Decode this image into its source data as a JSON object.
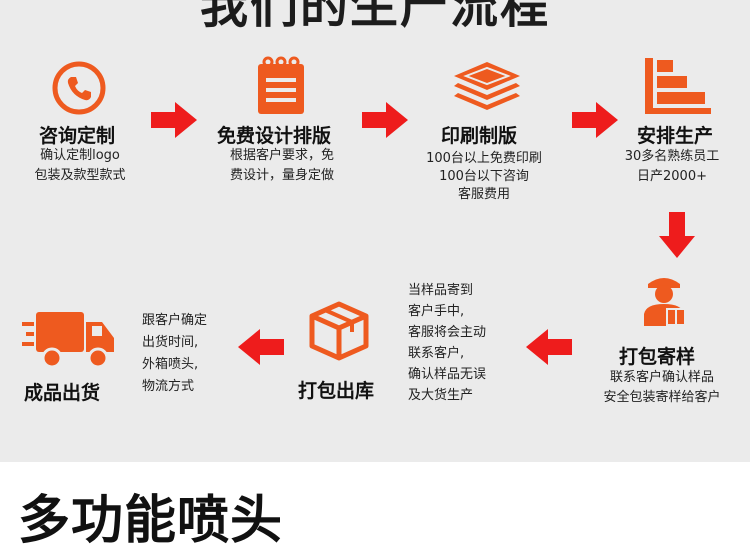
{
  "header": {
    "cut_title": "我们的生产流程"
  },
  "steps": [
    {
      "title": "咨询定制",
      "lines": [
        "确认定制logo",
        "包装及款型款式"
      ]
    },
    {
      "title": "免费设计排版",
      "lines": [
        "根据客户要求，免",
        "费设计，量身定做"
      ]
    },
    {
      "title": "印刷制版",
      "lines": [
        "100台以上免费印刷",
        "100台以下咨询",
        "客服费用"
      ]
    },
    {
      "title": "安排生产",
      "lines": [
        "30多名熟练员工",
        "日产2000+"
      ]
    },
    {
      "title": "打包寄样",
      "lines": [
        "联系客户确认样品",
        "安全包装寄样给客户"
      ]
    },
    {
      "title": "打包出库",
      "lines": []
    },
    {
      "title": "成品出货",
      "lines": []
    }
  ],
  "side_notes": {
    "sample": [
      "当样品寄到",
      "客户手中,",
      "客服将会主动",
      "联系客户,",
      "确认样品无误",
      "及大货生产"
    ],
    "ship": [
      "跟客户确定",
      "出货时间,",
      "外箱喷头,",
      "物流方式"
    ]
  },
  "icons": {
    "consult": "phone-icon",
    "design": "notepad-icon",
    "print": "layers-icon",
    "produce": "bar-chart-icon",
    "sample": "courier-icon",
    "warehouse": "box-icon",
    "deliver": "truck-icon",
    "arrow": "red-arrow-icon"
  },
  "colors": {
    "accent": "#ee5a1f",
    "arrow": "#ee1c1c",
    "panel": "#ebebeb"
  },
  "bottom": {
    "title": "多功能喷头"
  }
}
